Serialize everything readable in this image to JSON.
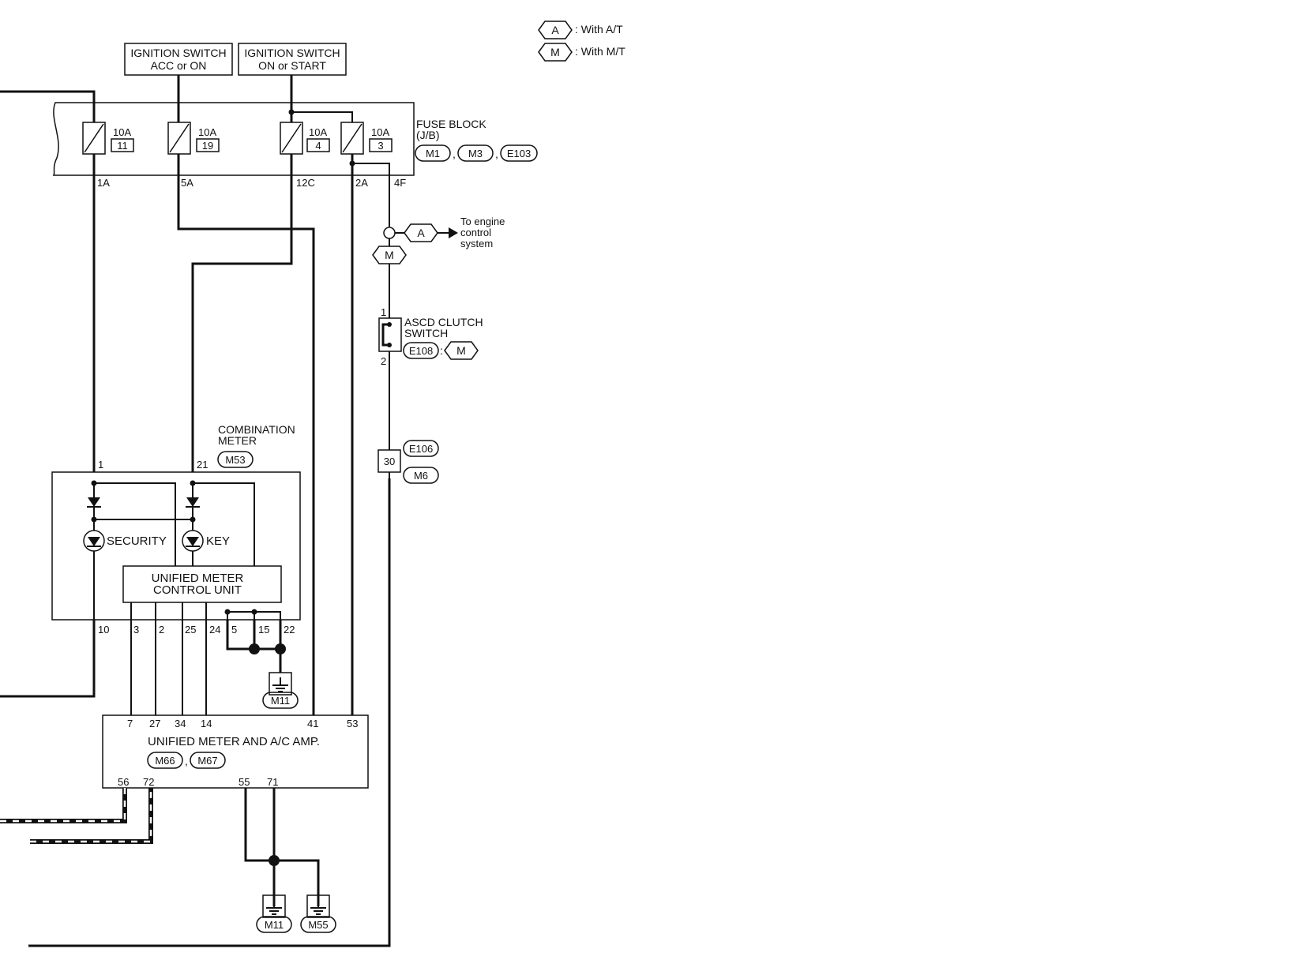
{
  "legend": {
    "a_symbol": "A",
    "a_text": ": With A/T",
    "m_symbol": "M",
    "m_text": ": With M/T"
  },
  "ignition_acc_on": {
    "line1": "IGNITION SWITCH",
    "line2": "ACC or ON"
  },
  "ignition_on_start": {
    "line1": "IGNITION SWITCH",
    "line2": "ON or START"
  },
  "fuse_block": {
    "title": "FUSE BLOCK",
    "subtitle": "(J/B)",
    "connectors": [
      "M1",
      "M3",
      "E103"
    ],
    "fuses": [
      {
        "rating": "10A",
        "number": "11",
        "terminal": "1A"
      },
      {
        "rating": "10A",
        "number": "19",
        "terminal": "5A"
      },
      {
        "rating": "10A",
        "number": "4",
        "terminal": "12C"
      },
      {
        "rating": "10A",
        "number": "3",
        "terminal": "2A"
      }
    ],
    "extra_terminal": "4F"
  },
  "engine_branch": {
    "a_symbol": "A",
    "m_symbol": "M",
    "label_line1": "To engine",
    "label_line2": "control",
    "label_line3": "system"
  },
  "ascd_clutch_switch": {
    "line1": "ASCD CLUTCH",
    "line2": "SWITCH",
    "connector": "E108",
    "suffix": ":",
    "m_symbol": "M",
    "pin_top": "1",
    "pin_bottom": "2"
  },
  "junction_connector": {
    "pin": "30",
    "top": "E106",
    "bottom": "M6"
  },
  "combination_meter": {
    "line1": "COMBINATION",
    "line2": "METER",
    "connector": "M53",
    "pin_left": "1",
    "pin_right": "21",
    "security_label": "SECURITY",
    "key_label": "KEY",
    "control_unit_line1": "UNIFIED METER",
    "control_unit_line2": "CONTROL UNIT",
    "bottom_pins": [
      "10",
      "3",
      "2",
      "25",
      "24",
      "5",
      "15",
      "22"
    ]
  },
  "ground_m11_top": "M11",
  "unified_amp": {
    "title": "UNIFIED METER AND A/C AMP.",
    "connectors": [
      "M66",
      "M67"
    ],
    "top_pins": [
      "7",
      "27",
      "34",
      "14",
      "41",
      "53"
    ],
    "bottom_pins": [
      "56",
      "72",
      "55",
      "71"
    ]
  },
  "ground_m11_bottom": "M11",
  "ground_m55": "M55",
  "separator": ","
}
